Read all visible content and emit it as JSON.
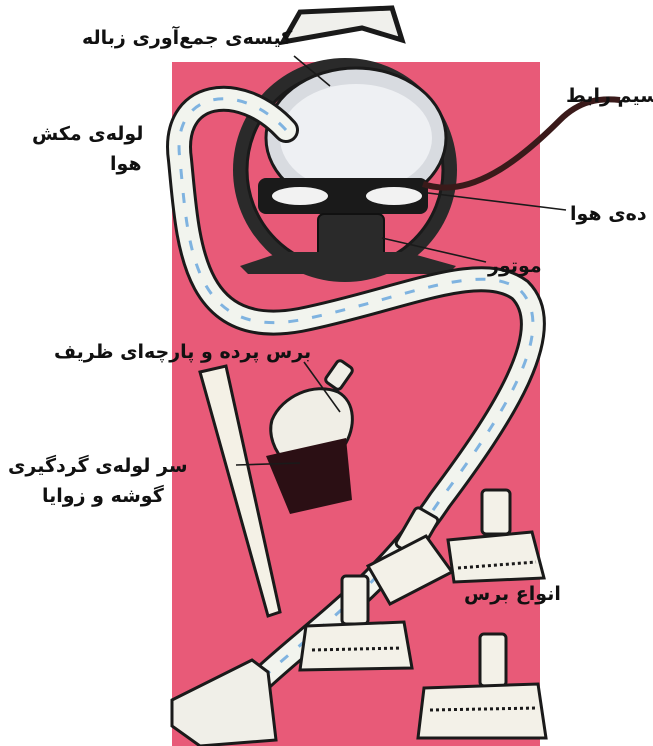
{
  "labels": {
    "dust_bag": "کیسه‌ی جمع‌آوری زباله",
    "suction_hose_line1": "لوله‌ی مکش",
    "suction_hose_line2": "هوا",
    "power_cord": "سیم رابط",
    "air_outlet": "ده‌ی هوا",
    "motor": "موتور",
    "curtain_brush": "برس پرده و پارچه‌ای ظریف",
    "crevice_tool_line1": "سر لوله‌ی گردگیری",
    "crevice_tool_line2": "گوشه و زوایا",
    "brush_types": "انواع برس"
  },
  "colors": {
    "background": "#e85a78",
    "outline": "#1a1a1a",
    "hose_fill": "#f2f4ee",
    "air_arrow": "#7fb3e0",
    "body_dark": "#2a2a2a"
  }
}
